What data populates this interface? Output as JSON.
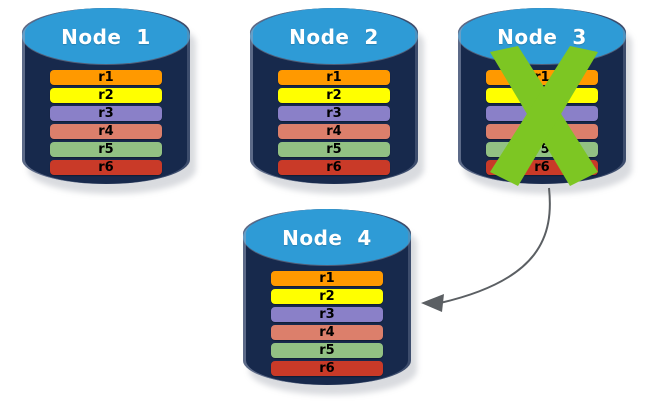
{
  "diagram": {
    "title_prefix": "Node",
    "background": "#ffffff",
    "cylinder_body_color": "#17294c",
    "cylinder_top_color": "#2e9bd6",
    "failure_mark_color": "#7dc623",
    "arrow_color": "#5b5f63"
  },
  "row_palette": {
    "r1": "#ff9900",
    "r2": "#ffff00",
    "r3": "#8a80c8",
    "r4": "#dc7f6b",
    "r5": "#92c183",
    "r6": "#c93a28"
  },
  "nodes": [
    {
      "id": "node-1",
      "label": "Node  1",
      "failed": false,
      "rows": [
        {
          "label": "r1",
          "color": "#ff9900"
        },
        {
          "label": "r2",
          "color": "#ffff00"
        },
        {
          "label": "r3",
          "color": "#8a80c8"
        },
        {
          "label": "r4",
          "color": "#dc7f6b"
        },
        {
          "label": "r5",
          "color": "#92c183"
        },
        {
          "label": "r6",
          "color": "#c93a28"
        }
      ]
    },
    {
      "id": "node-2",
      "label": "Node  2",
      "failed": false,
      "rows": [
        {
          "label": "r1",
          "color": "#ff9900"
        },
        {
          "label": "r2",
          "color": "#ffff00"
        },
        {
          "label": "r3",
          "color": "#8a80c8"
        },
        {
          "label": "r4",
          "color": "#dc7f6b"
        },
        {
          "label": "r5",
          "color": "#92c183"
        },
        {
          "label": "r6",
          "color": "#c93a28"
        }
      ]
    },
    {
      "id": "node-3",
      "label": "Node  3",
      "failed": true,
      "rows": [
        {
          "label": "r1",
          "color": "#ff9900"
        },
        {
          "label": "r2",
          "color": "#ffff00"
        },
        {
          "label": "r3",
          "color": "#8a80c8"
        },
        {
          "label": "r4",
          "color": "#dc7f6b"
        },
        {
          "label": "r5",
          "color": "#92c183"
        },
        {
          "label": "r6",
          "color": "#c93a28"
        }
      ]
    },
    {
      "id": "node-4",
      "label": "Node  4",
      "failed": false,
      "rows": [
        {
          "label": "r1",
          "color": "#ff9900"
        },
        {
          "label": "r2",
          "color": "#ffff00"
        },
        {
          "label": "r3",
          "color": "#8a80c8"
        },
        {
          "label": "r4",
          "color": "#dc7f6b"
        },
        {
          "label": "r5",
          "color": "#92c183"
        },
        {
          "label": "r6",
          "color": "#c93a28"
        }
      ]
    }
  ],
  "connections": [
    {
      "id": "node3-to-node4",
      "from": "node-3",
      "to": "node-4",
      "style": "curved-arrow"
    }
  ]
}
